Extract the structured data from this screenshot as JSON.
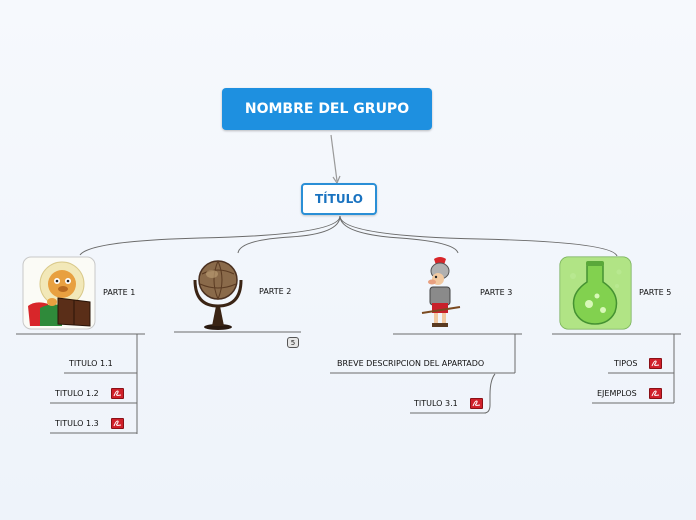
{
  "root": {
    "label": "NOMBRE DEL GRUPO"
  },
  "title": {
    "label": "TÍTULO"
  },
  "branches": [
    {
      "label": "PARTE 1",
      "image": "lion-reading-book-icon",
      "children": [
        {
          "label": "TITULO 1.1",
          "attachment": null
        },
        {
          "label": "TITULO 1.2",
          "attachment": "pdf-icon"
        },
        {
          "label": "TITULO 1.3",
          "attachment": "pdf-icon"
        }
      ]
    },
    {
      "label": "PARTE 2",
      "image": "globe-icon",
      "collapsed_count": "5"
    },
    {
      "label": "PARTE 3",
      "image": "roman-soldier-icon",
      "children": [
        {
          "label": "BREVE DESCRIPCION DEL APARTADO",
          "children": [
            {
              "label": "TITULO 3.1",
              "attachment": "pdf-icon"
            }
          ]
        }
      ]
    },
    {
      "label": "PARTE 5",
      "image": "green-potion-flask-icon",
      "children": [
        {
          "label": "TIPOS",
          "attachment": "pdf-icon"
        },
        {
          "label": "EJEMPLOS",
          "attachment": "pdf-icon"
        }
      ]
    }
  ],
  "colors": {
    "root_fill": "#1e90e0",
    "title_border": "#2a8fd6",
    "connector": "#6b6b6b",
    "pdf_red": "#d0202a"
  }
}
